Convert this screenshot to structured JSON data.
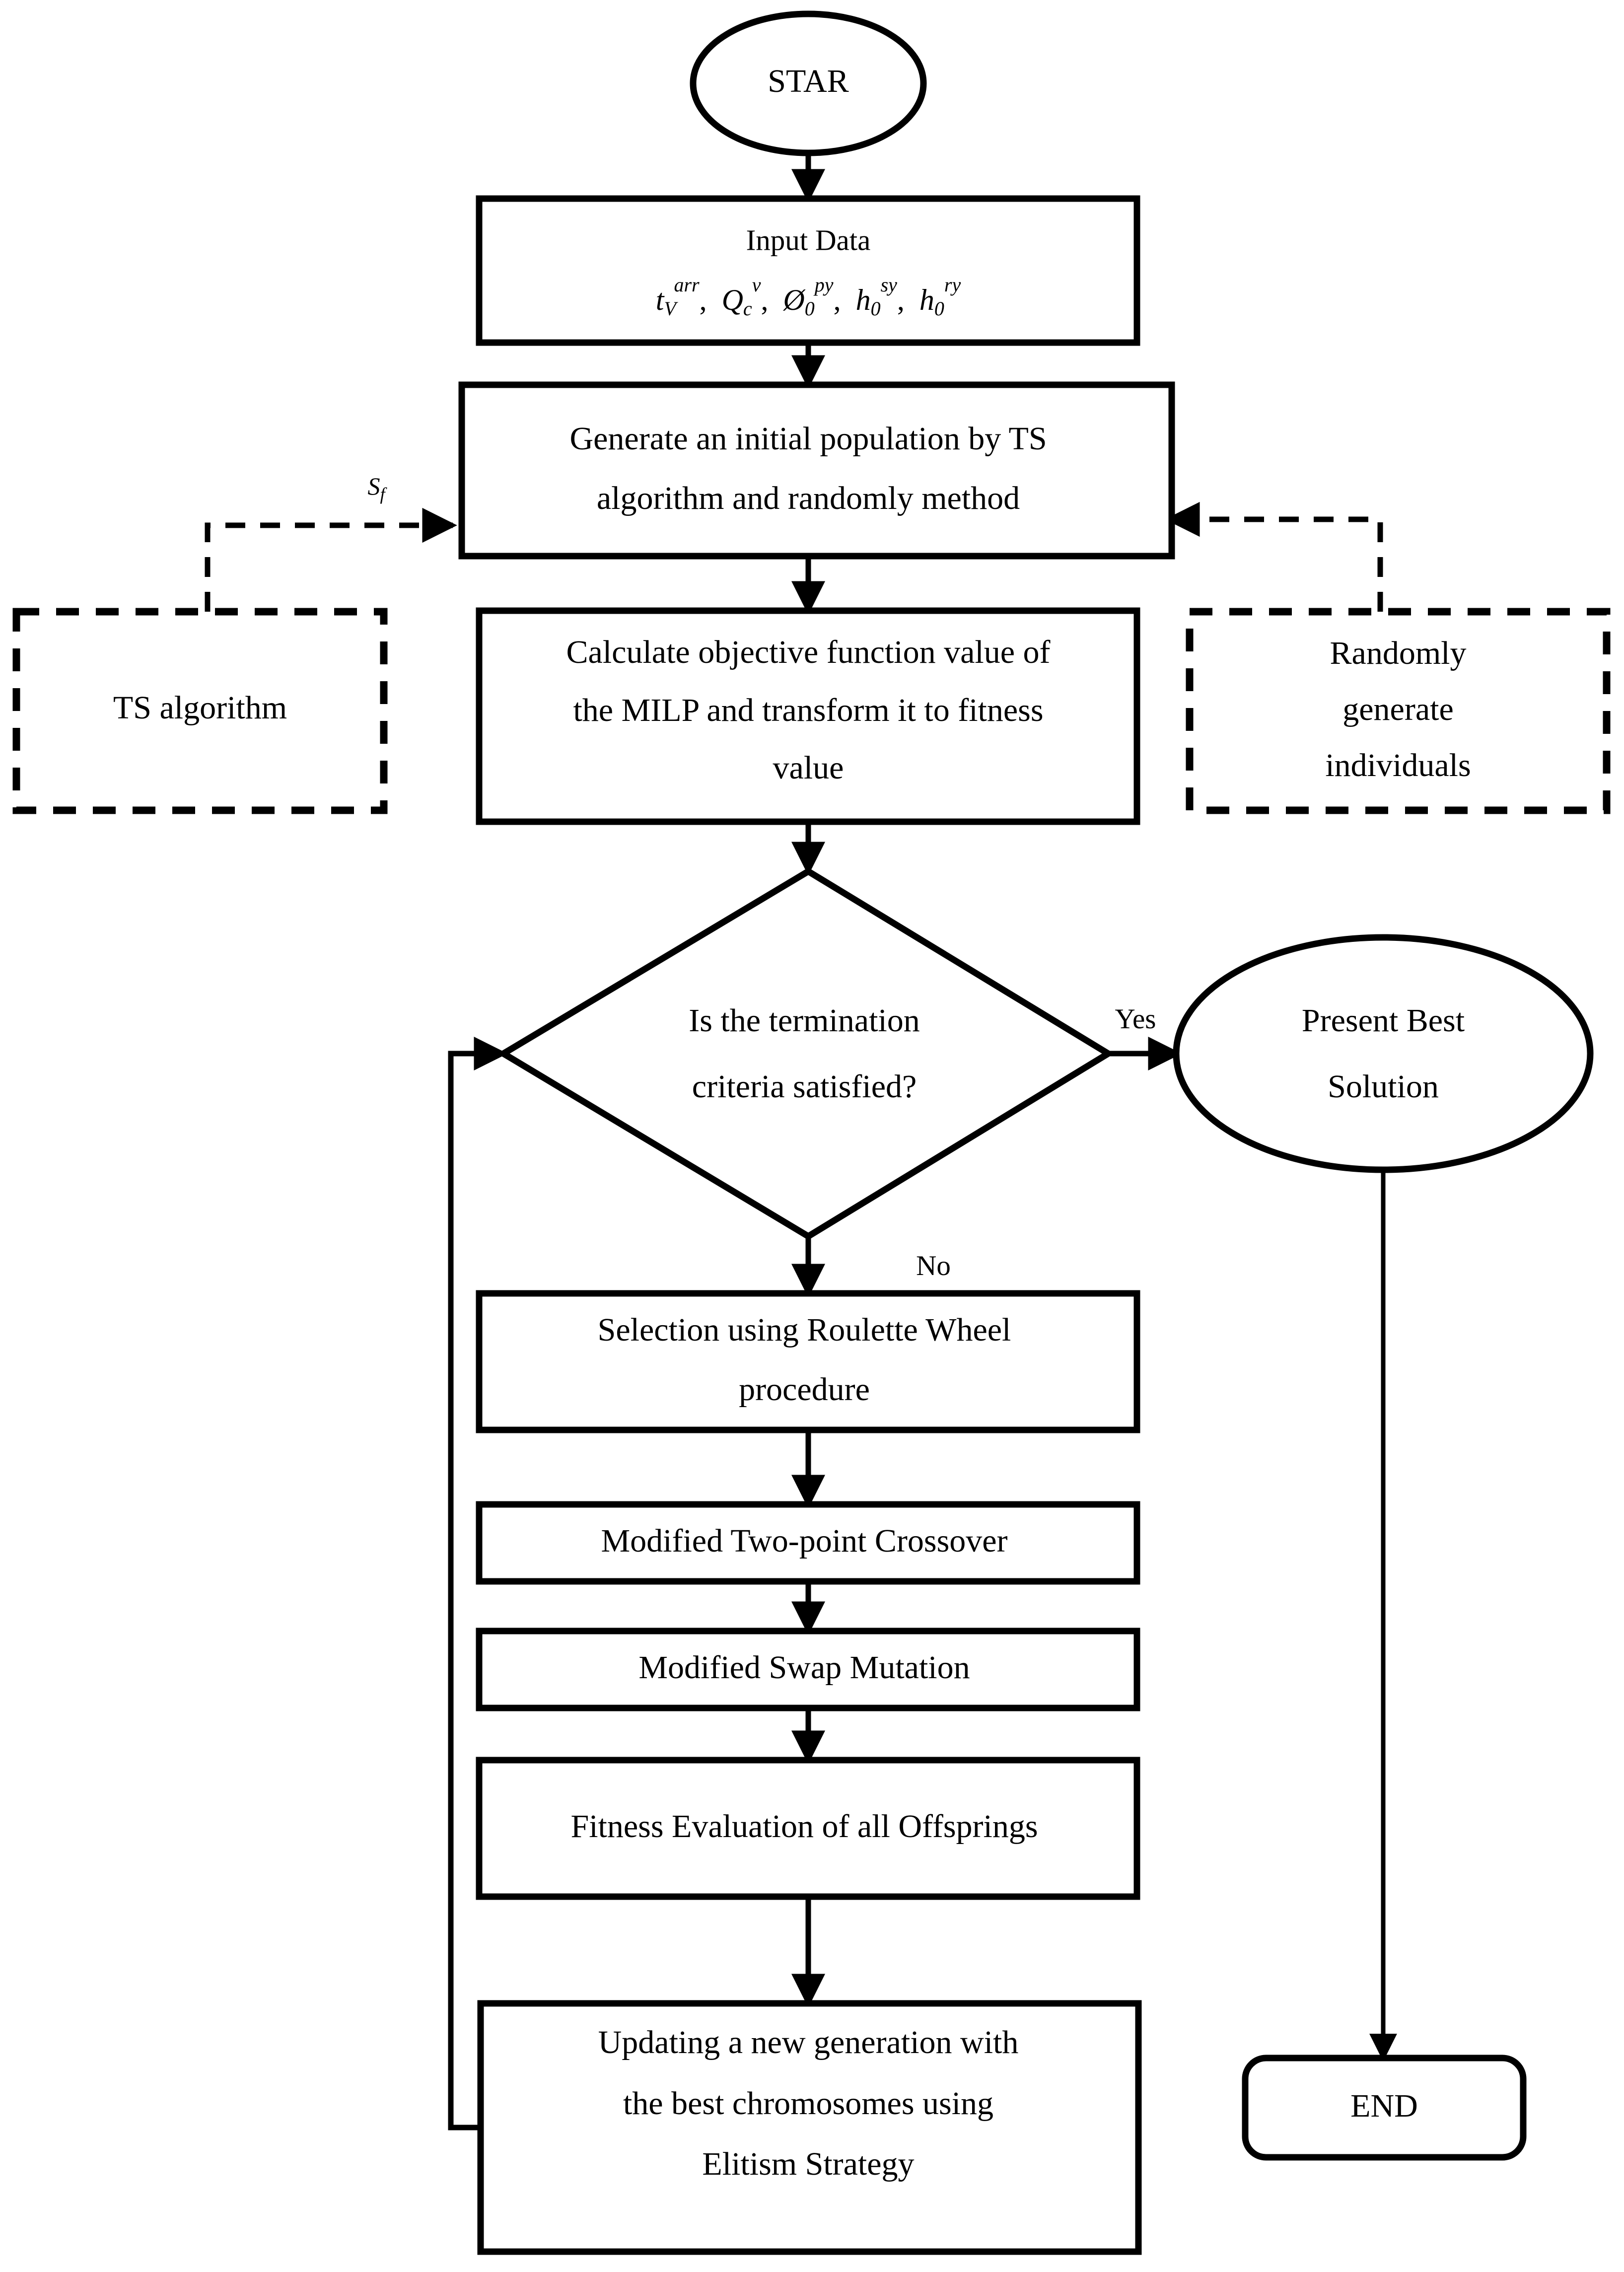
{
  "diagram": {
    "title": "Genetic Algorithm with TS initialization flowchart",
    "colors": {
      "stroke": "#000000",
      "background": "#ffffff"
    }
  },
  "nodes": {
    "start": {
      "label": "STAR",
      "shape": "ellipse"
    },
    "input_data": {
      "label": "Input Data",
      "shape": "rectangle",
      "formula": {
        "terms": [
          {
            "base": "t",
            "sub": "V",
            "sup": "arr"
          },
          {
            "base": "Q",
            "sub": "c",
            "sup": "v"
          },
          {
            "base": "Ø",
            "sub": "0",
            "sup": "py"
          },
          {
            "base": "h",
            "sub": "0",
            "sup": "sy"
          },
          {
            "base": "h",
            "sub": "0",
            "sup": "ry"
          }
        ],
        "separator": ",",
        "plain": "t_V^arr , Q_c^v , Ø_0^py , h_0^sy , h_0^ry"
      }
    },
    "generate_population": {
      "label_line1": "Generate an initial population by TS",
      "label_line2": "algorithm and randomly method",
      "shape": "rectangle"
    },
    "ts_algorithm": {
      "label": "TS algorithm",
      "shape": "dashed-rectangle"
    },
    "randomly_generate": {
      "label_line1": "Randomly",
      "label_line2": "generate",
      "label_line3": "individuals",
      "shape": "dashed-rectangle"
    },
    "calculate_objective": {
      "label_line1": "Calculate objective function value of",
      "label_line2": "the MILP and transform it to fitness",
      "label_line3": "value",
      "shape": "rectangle"
    },
    "termination_decision": {
      "label_line1": "Is the termination",
      "label_line2": "criteria satisfied?",
      "shape": "diamond"
    },
    "present_best_solution": {
      "label_line1": "Present Best",
      "label_line2": "Solution",
      "shape": "ellipse"
    },
    "selection": {
      "label_line1": "Selection using Roulette Wheel",
      "label_line2": "procedure",
      "shape": "rectangle"
    },
    "crossover": {
      "label": "Modified Two-point Crossover",
      "shape": "rectangle"
    },
    "mutation": {
      "label": "Modified Swap Mutation",
      "shape": "rectangle"
    },
    "fitness_evaluation": {
      "label": "Fitness Evaluation of all Offsprings",
      "shape": "rectangle"
    },
    "updating_generation": {
      "label_line1": "Updating a new generation with",
      "label_line2": "the best chromosomes using",
      "label_line3": "Elitism Strategy",
      "shape": "rectangle"
    },
    "end": {
      "label": "END",
      "shape": "rounded-rectangle"
    }
  },
  "edge_labels": {
    "sf": {
      "base": "S",
      "sub": "f",
      "plain": "S_f"
    },
    "yes": "Yes",
    "no": "No"
  }
}
